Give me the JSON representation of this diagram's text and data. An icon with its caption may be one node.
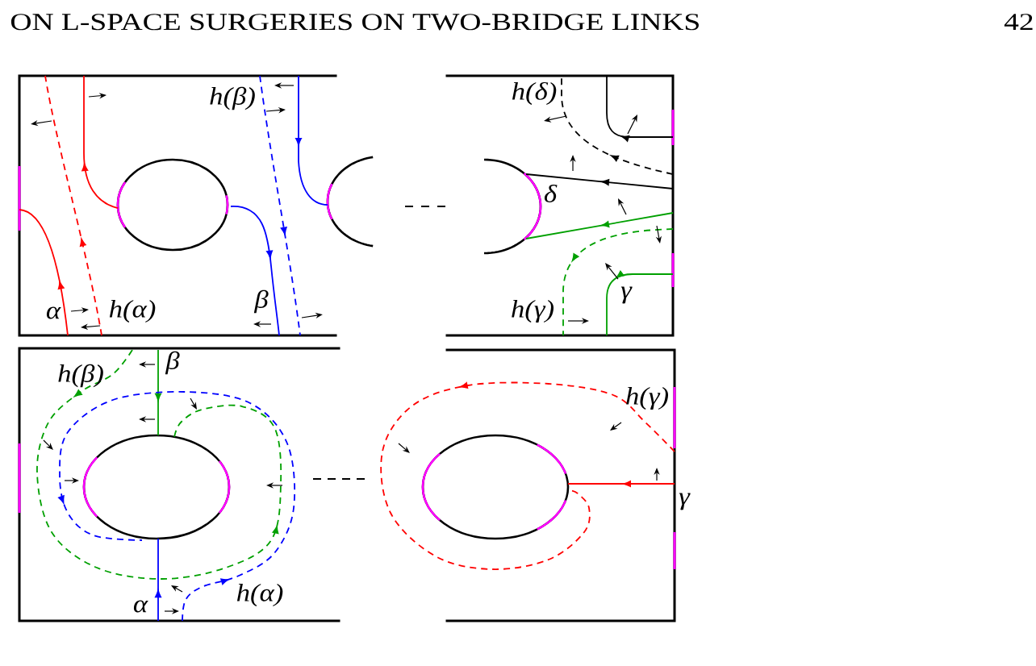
{
  "diagram": {
    "labels": [
      "ON L-SPACE SURGERIES ON TWO-BRIDGE LINKS",
      "42",
      "h(β)",
      "h(δ)",
      "δ",
      "γ",
      "β",
      "α",
      "h(α)",
      "h(γ)",
      "β",
      "h(β)",
      "h(γ)",
      "γ",
      "h(α)",
      "α"
    ]
  }
}
